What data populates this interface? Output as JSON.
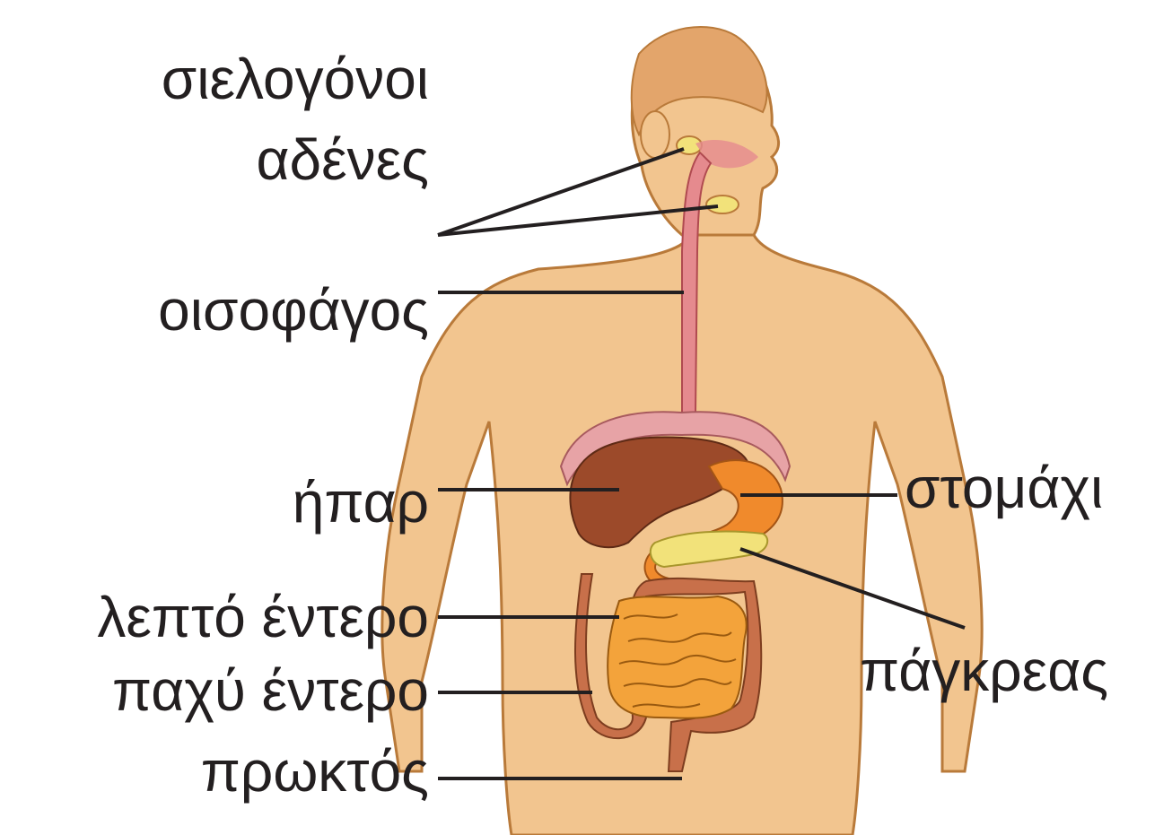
{
  "labels": {
    "salivary_glands_line1": "σιελογόνοι",
    "salivary_glands_line2": "αδένες",
    "esophagus": "οισοφάγος",
    "liver": "ήπαρ",
    "small_intestine": "λεπτό έντερο",
    "large_intestine": "παχύ έντερο",
    "rectum": "πρωκτός",
    "stomach": "στομάχι",
    "pancreas": "πάγκρεας"
  },
  "colors": {
    "skin": "#f2c58f",
    "skin_outline": "#b97a3a",
    "hair": "#e3a56b",
    "liver": "#9c4a2a",
    "stomach": "#f08a2c",
    "pancreas": "#f2e27a",
    "esophagus": "#e58a8e",
    "intestine_small": "#f3a33b",
    "intestine_large": "#c8704a",
    "diaphragm": "#e7a3a6",
    "leader_line": "#231f20",
    "text": "#231f20"
  }
}
